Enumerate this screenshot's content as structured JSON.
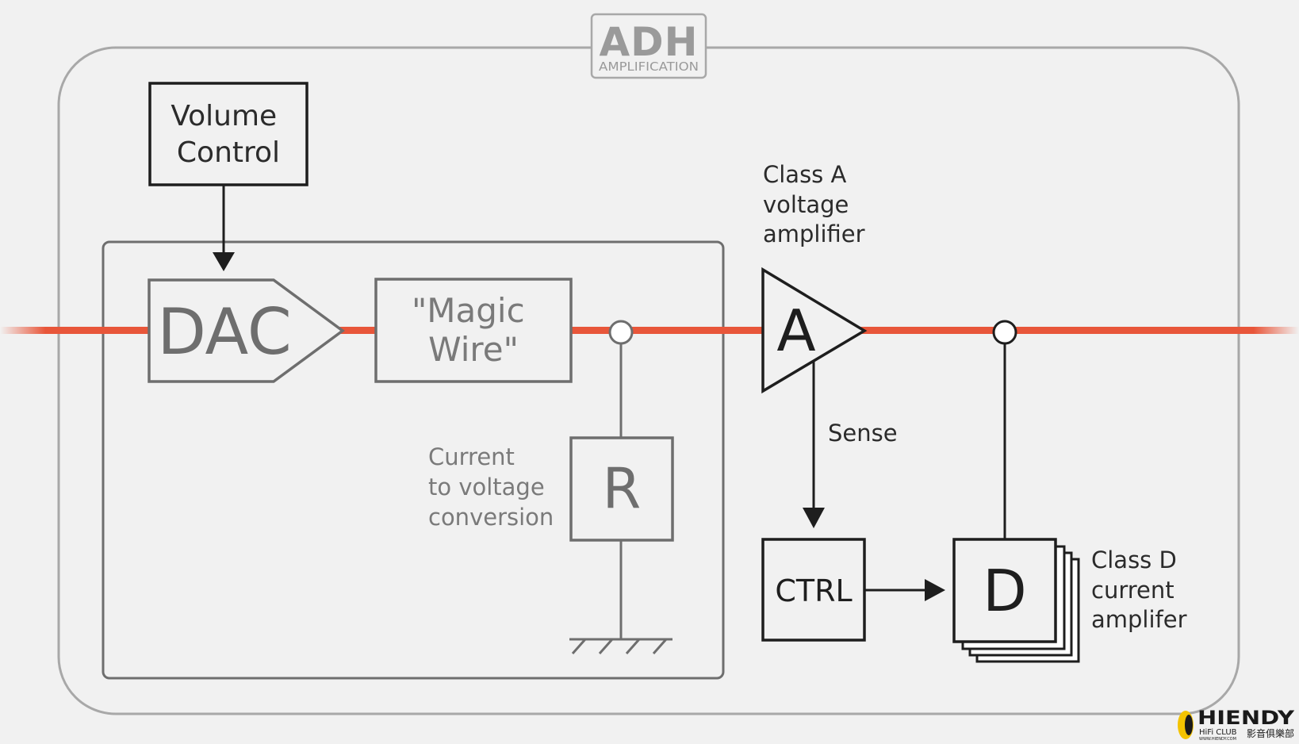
{
  "logo": {
    "main": "ADH",
    "sub": "AMPLIFICATION"
  },
  "blocks": {
    "volume_control": [
      "Volume",
      "Control"
    ],
    "dac": "DAC",
    "magic_wire": [
      "\"Magic",
      "Wire\""
    ],
    "resistor": "R",
    "class_a": "A",
    "ctrl": "CTRL",
    "class_d": "D"
  },
  "labels": {
    "class_a_voltage_amplifier": [
      "Class A",
      "voltage",
      "amplifier"
    ],
    "sense": "Sense",
    "current_to_voltage_conversion": [
      "Current",
      "to voltage",
      "conversion"
    ],
    "class_d_current_amplifier": [
      "Class D",
      "current",
      "amplifer"
    ]
  },
  "watermark": {
    "brand": "HIENDY",
    "sub": "HiFi CLUB",
    "cjk": "影音俱樂部",
    "url": "WWW.HIENDY.COM"
  },
  "colors": {
    "signal_line": "#e8563a",
    "outline_dark": "#1e1e1e",
    "outline_grey": "#6e6e6e",
    "frame_light": "#a8a8a8",
    "background": "#f1f1f1",
    "watermark_yellow": "#f3c300"
  }
}
